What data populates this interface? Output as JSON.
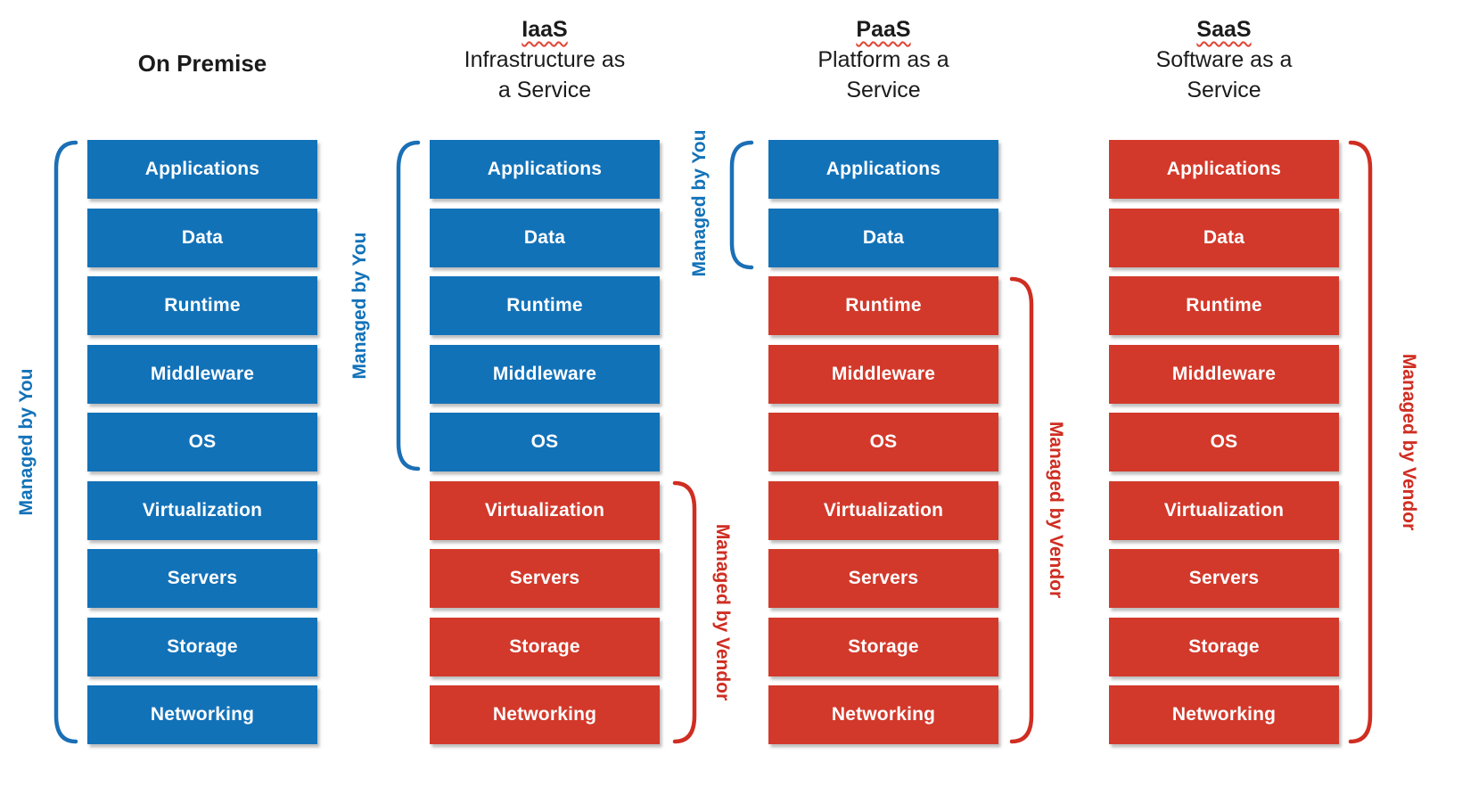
{
  "layers": [
    "Applications",
    "Data",
    "Runtime",
    "Middleware",
    "OS",
    "Virtualization",
    "Servers",
    "Storage",
    "Networking"
  ],
  "labels": {
    "managed_by_you": "Managed by You",
    "managed_by_vendor": "Managed by Vendor"
  },
  "columns": [
    {
      "id": "on-premise",
      "title": "On Premise",
      "blue_layer_count": 9,
      "left_bracket": {
        "color": "blue",
        "label": "Managed by You",
        "layers": [
          "Applications",
          "Networking"
        ]
      }
    },
    {
      "id": "iaas",
      "acronym": "IaaS",
      "subtitle1": "Infrastructure as",
      "subtitle2": "a Service",
      "blue_layer_count": 5,
      "left_bracket": {
        "color": "blue",
        "label": "Managed by You",
        "layers": [
          "Applications",
          "OS"
        ]
      },
      "right_bracket": {
        "color": "red",
        "label": "Managed by Vendor",
        "layers": [
          "Virtualization",
          "Networking"
        ]
      }
    },
    {
      "id": "paas",
      "acronym": "PaaS",
      "subtitle1": "Platform as a",
      "subtitle2": "Service",
      "blue_layer_count": 2,
      "left_bracket": {
        "color": "blue",
        "label": "Managed by You",
        "layers": [
          "Applications",
          "Data"
        ]
      },
      "right_bracket": {
        "color": "red",
        "label": "Managed by Vendor",
        "layers": [
          "Runtime",
          "Networking"
        ]
      }
    },
    {
      "id": "saas",
      "acronym": "SaaS",
      "subtitle1": "Software as a",
      "subtitle2": "Service",
      "blue_layer_count": 0,
      "right_bracket": {
        "color": "red",
        "label": "Managed by Vendor",
        "layers": [
          "Applications",
          "Networking"
        ]
      }
    }
  ],
  "colors": {
    "you_blue": "#1272b8",
    "vendor_red": "#d2392b",
    "bracket_blue": "#1b6fb5",
    "bracket_red": "#cf2e22",
    "title_text": "#1b1b1b",
    "box_text": "#ffffff",
    "squiggle": "#e04433"
  }
}
